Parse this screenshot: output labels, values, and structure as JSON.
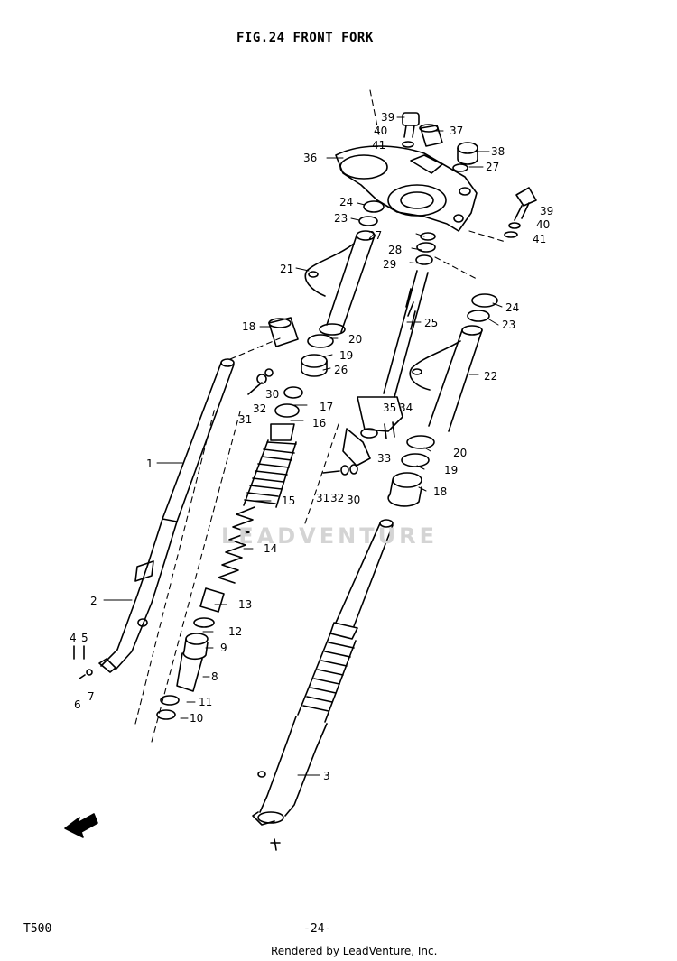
{
  "header": {
    "title": "FIG.24  FRONT FORK"
  },
  "watermark": {
    "text": "LEADVENTURE"
  },
  "footer": {
    "model": "T500",
    "page": "-24-",
    "credit": "Rendered by LeadVenture, Inc."
  },
  "parts": [
    {
      "label": "1"
    },
    {
      "label": "2"
    },
    {
      "label": "3"
    },
    {
      "label": "4"
    },
    {
      "label": "5"
    },
    {
      "label": "6"
    },
    {
      "label": "7"
    },
    {
      "label": "8"
    },
    {
      "label": "9"
    },
    {
      "label": "10"
    },
    {
      "label": "11"
    },
    {
      "label": "12"
    },
    {
      "label": "13"
    },
    {
      "label": "14"
    },
    {
      "label": "15"
    },
    {
      "label": "16"
    },
    {
      "label": "17"
    },
    {
      "label": "18"
    },
    {
      "label": "18"
    },
    {
      "label": "19"
    },
    {
      "label": "19"
    },
    {
      "label": "20"
    },
    {
      "label": "20"
    },
    {
      "label": "21"
    },
    {
      "label": "22"
    },
    {
      "label": "23"
    },
    {
      "label": "23"
    },
    {
      "label": "24"
    },
    {
      "label": "24"
    },
    {
      "label": "25"
    },
    {
      "label": "26"
    },
    {
      "label": "27"
    },
    {
      "label": "27"
    },
    {
      "label": "28"
    },
    {
      "label": "29"
    },
    {
      "label": "30"
    },
    {
      "label": "30"
    },
    {
      "label": "31"
    },
    {
      "label": "31"
    },
    {
      "label": "32"
    },
    {
      "label": "32"
    },
    {
      "label": "33"
    },
    {
      "label": "34"
    },
    {
      "label": "35"
    },
    {
      "label": "36"
    },
    {
      "label": "37"
    },
    {
      "label": "38"
    },
    {
      "label": "39"
    },
    {
      "label": "39"
    },
    {
      "label": "40"
    },
    {
      "label": "40"
    },
    {
      "label": "41"
    },
    {
      "label": "41"
    }
  ]
}
